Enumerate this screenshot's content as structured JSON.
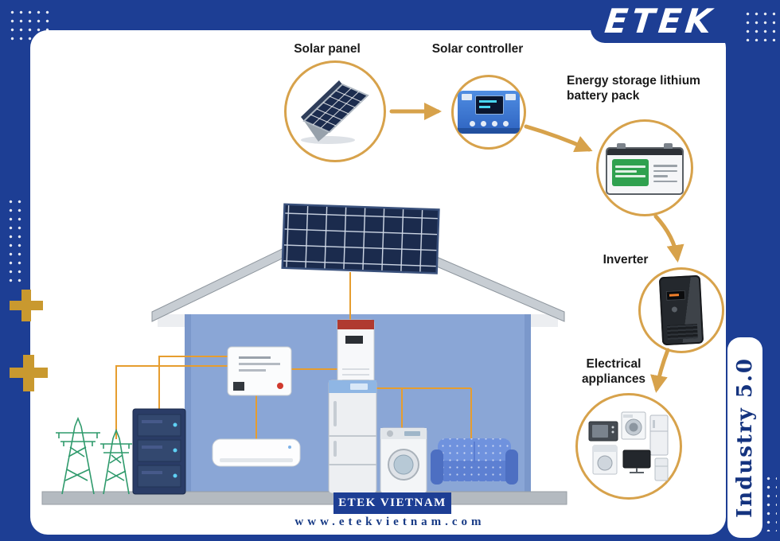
{
  "brand": {
    "logo": "ETEK",
    "banner": "ETEK VIETNAM",
    "website": "www.etekvietnam.com",
    "side_label": "Industry 5.0"
  },
  "flow": {
    "solar_panel": {
      "label": "Solar panel"
    },
    "solar_controller": {
      "label": "Solar controller"
    },
    "battery": {
      "label_line1": "Energy storage lithium",
      "label_line2": "battery pack"
    },
    "inverter": {
      "label": "Inverter"
    },
    "appliances": {
      "label_line1": "Electrical",
      "label_line2": "appliances"
    }
  },
  "icons": [
    "solar-panel-icon",
    "solar-controller-icon",
    "battery-pack-icon",
    "inverter-icon",
    "appliances-icon",
    "flow-arrow-icon",
    "plus-icon",
    "dots-pattern"
  ],
  "colors": {
    "frame_blue": "#1d3e94",
    "gold_accent": "#d7a24b",
    "navy_text": "#14337f",
    "house_wall_blue": "#8aa6d6",
    "wire_orange": "#e69d2f",
    "battery_label_green": "#2fa14f"
  }
}
